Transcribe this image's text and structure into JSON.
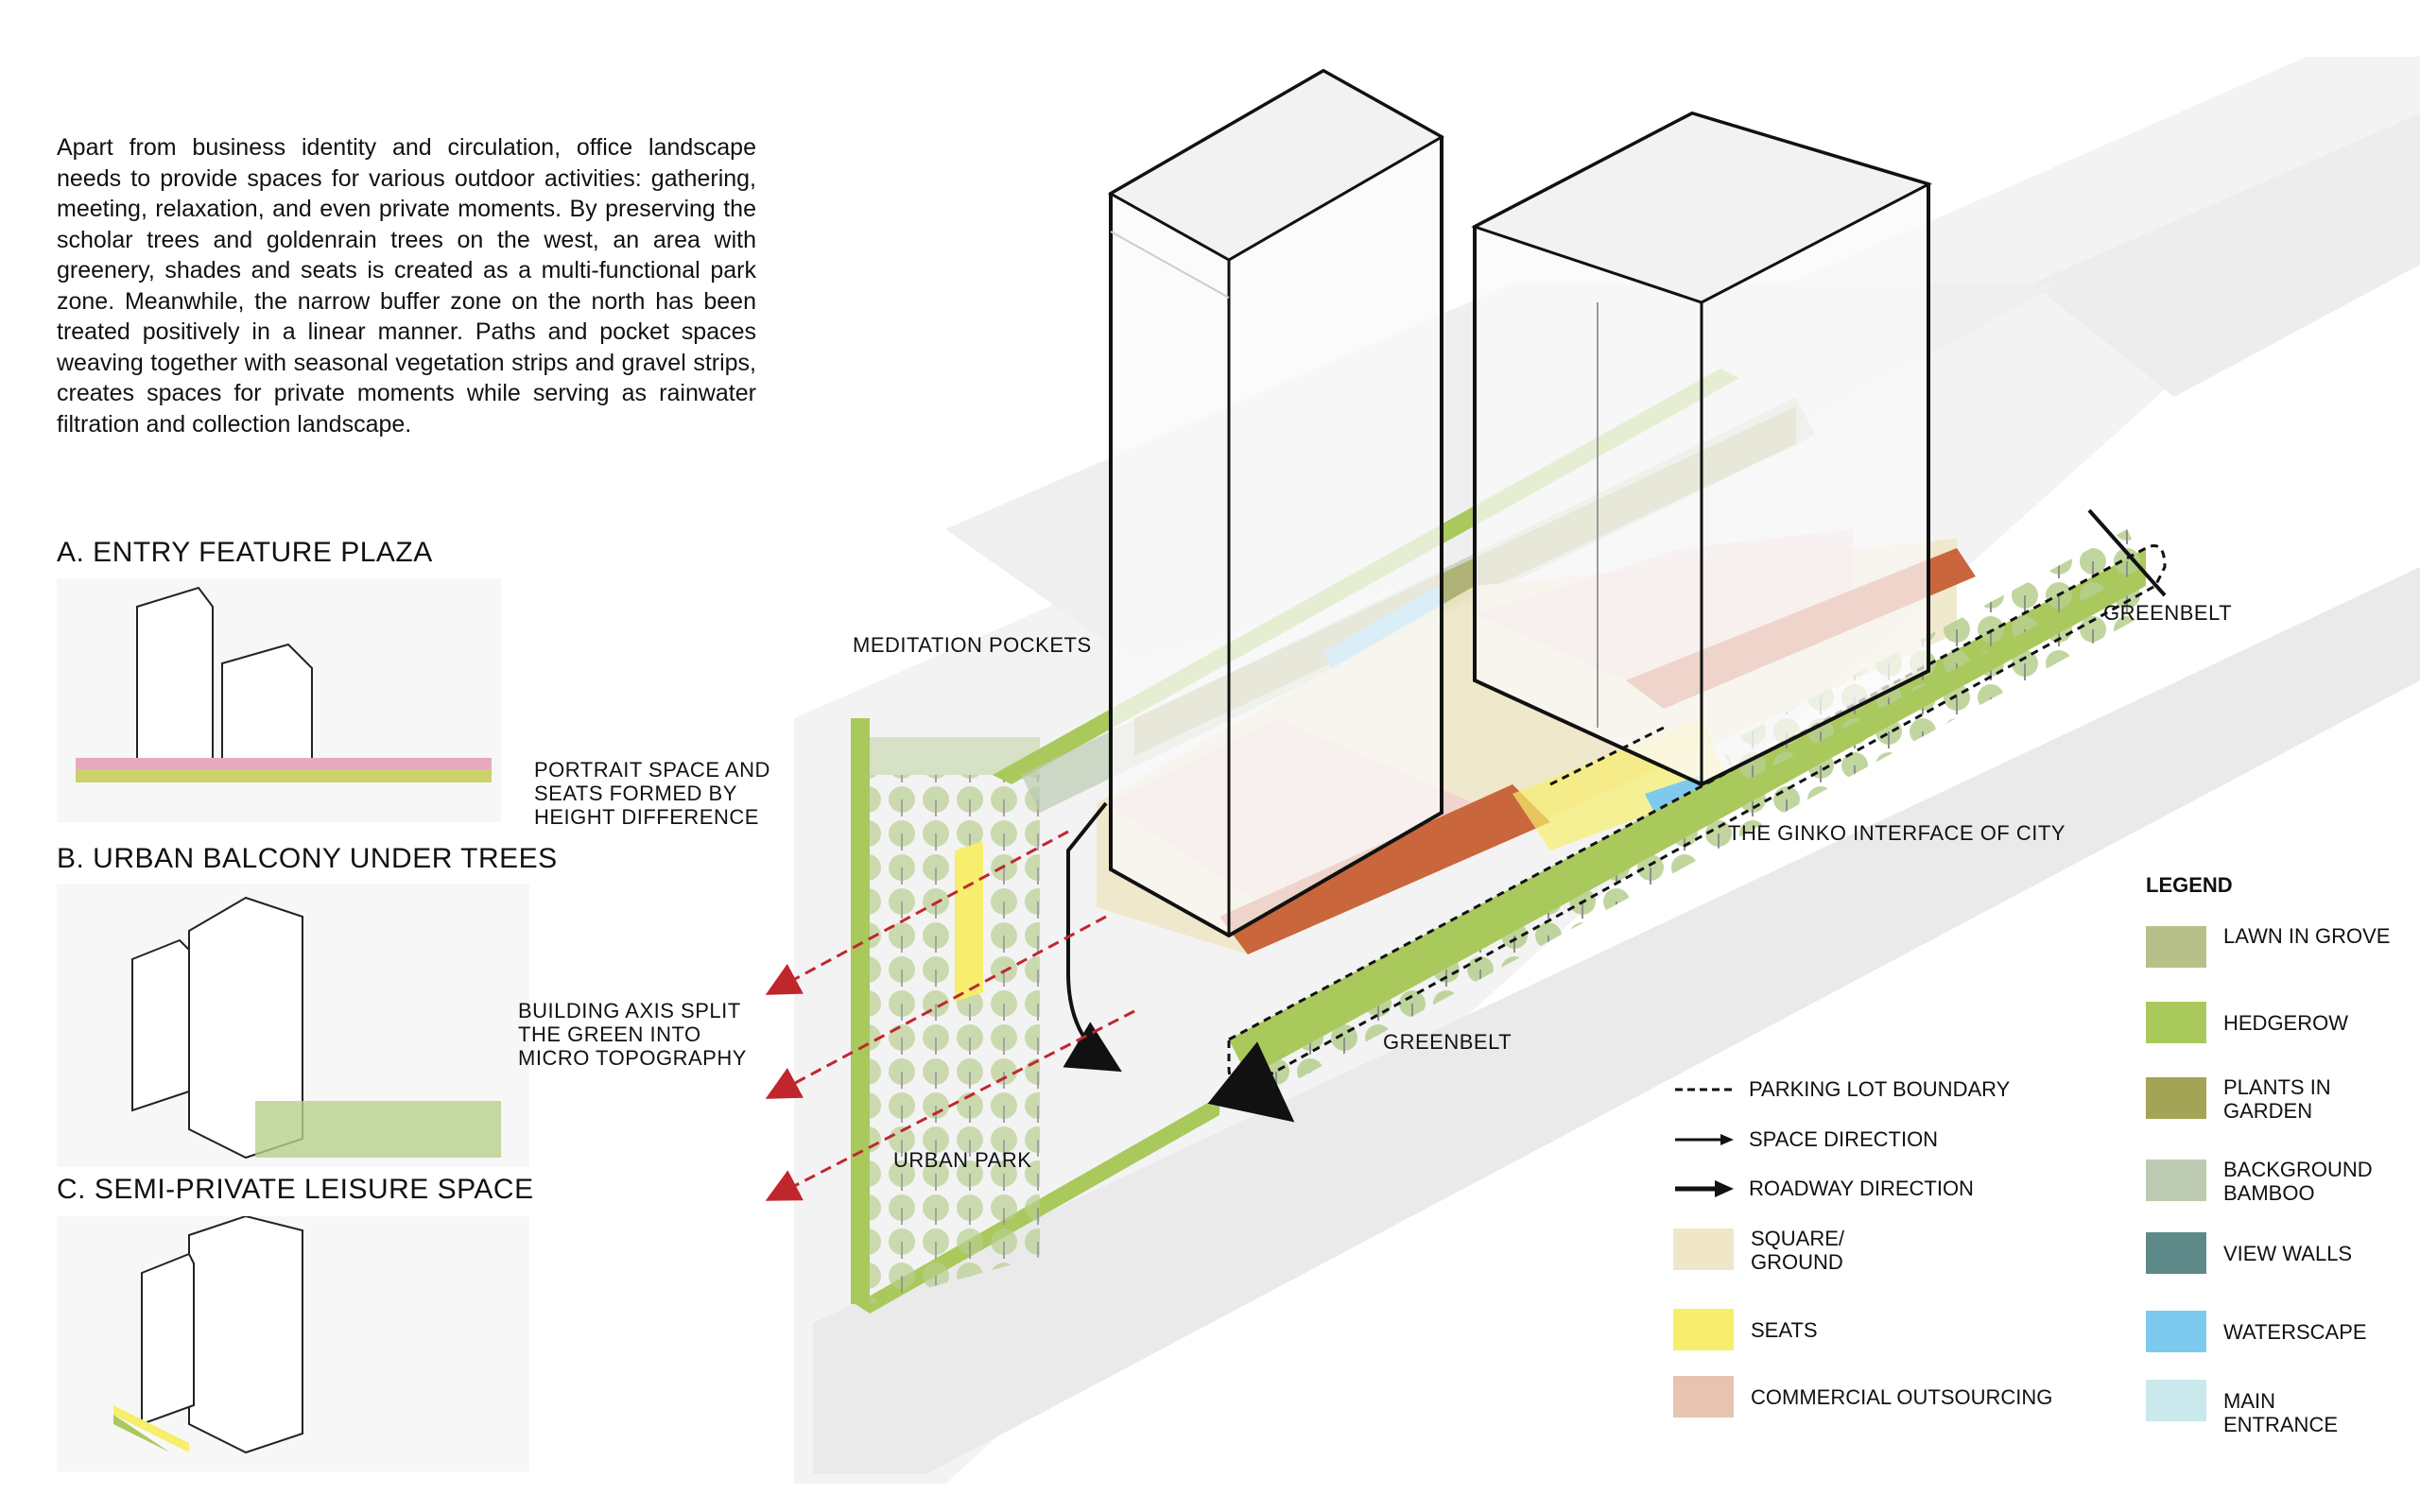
{
  "intro": {
    "text": "Apart from business identity and circulation, office landscape needs to provide spaces for various outdoor activities: gathering, meeting, relaxation, and even private moments. By preserving the scholar trees and goldenrain trees on the west, an area with greenery, shades and seats is created as a multi-functional park zone. Meanwhile, the narrow buffer zone on the north has been treated positively in a linear manner. Paths and pocket spaces weaving together with seasonal vegetation strips and gravel strips, creates spaces for private moments while serving as rainwater filtration and collection landscape."
  },
  "sections": [
    {
      "title": "A. ENTRY FEATURE PLAZA"
    },
    {
      "title": "B. URBAN BALCONY UNDER TREES"
    },
    {
      "title": "C. SEMI-PRIVATE LEISURE SPACE"
    }
  ],
  "callouts": {
    "meditation": "MEDITATION POCKETS",
    "portrait": "PORTRAIT SPACE AND SEATS FORMED BY HEIGHT DIFFERENCE",
    "building_axis": "BUILDING AXIS SPLIT THE GREEN INTO MICRO TOPOGRAPHY",
    "urban_park": "URBAN PARK",
    "greenbelt_north": "GREENBELT",
    "greenbelt_south": "GREENBELT",
    "ginko": "THE GINKO INTERFACE OF CITY"
  },
  "key": {
    "parking": "PARKING LOT BOUNDARY",
    "space": "SPACE DIRECTION",
    "roadway": "ROADWAY DIRECTION",
    "square": "SQUARE/ GROUND",
    "seats": "SEATS",
    "commercial": "COMMERCIAL OUTSOURCING"
  },
  "legend": {
    "title": "LEGEND",
    "items": [
      {
        "label": "LAWN IN GROVE",
        "color": "#b8c08a"
      },
      {
        "label": "HEDGEROW",
        "color": "#a9c95d"
      },
      {
        "label": "PLANTS IN GARDEN",
        "color": "#a3a456"
      },
      {
        "label": "BACKGROUND BAMBOO",
        "color": "#bccbb2"
      },
      {
        "label": "VIEW WALLS",
        "color": "#5d8a89"
      },
      {
        "label": "WATERSCAPE",
        "color": "#7ec9ee"
      },
      {
        "label": "MAIN ENTRANCE",
        "color": "#c9e9ec"
      }
    ]
  },
  "colors": {
    "square": "#efe7c8",
    "seats": "#f6ee6c",
    "commercial": "#e8c4b0",
    "brick": "#c9663c",
    "pink": "#f2d0d0",
    "arrow_red": "#c0272d"
  }
}
